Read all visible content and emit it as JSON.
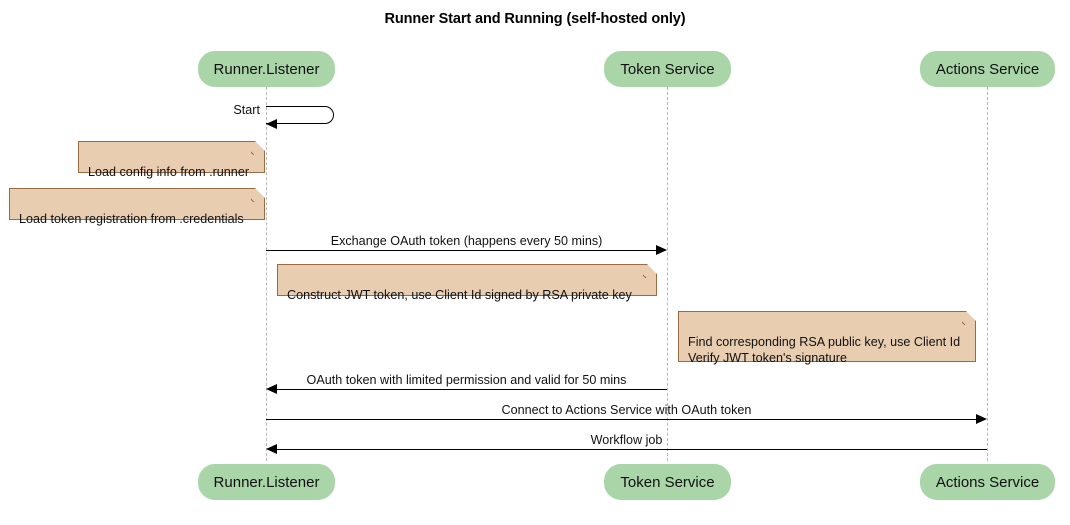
{
  "diagram": {
    "title": "Runner Start and Running (self-hosted only)",
    "type": "sequence-diagram",
    "colors": {
      "participant_fill": "#a9d5a9",
      "note_fill": "#e9cdb1",
      "note_border": "#9a6a43",
      "lifeline": "#b8b8b8",
      "line": "#000000",
      "background": "#ffffff"
    },
    "participants": [
      {
        "id": "runner",
        "label": "Runner.Listener"
      },
      {
        "id": "token",
        "label": "Token Service"
      },
      {
        "id": "actions",
        "label": "Actions Service"
      }
    ],
    "messages": [
      {
        "id": "m1",
        "label": "Start",
        "from": "runner",
        "to": "runner",
        "kind": "self",
        "arrow": "solid"
      },
      {
        "id": "m2",
        "label": "Exchange OAuth token (happens every 50 mins)",
        "from": "runner",
        "to": "token",
        "kind": "call",
        "arrow": "solid"
      },
      {
        "id": "m3",
        "label": "OAuth token with limited permission and valid for 50 mins",
        "from": "token",
        "to": "runner",
        "kind": "return",
        "arrow": "solid"
      },
      {
        "id": "m4",
        "label": "Connect to Actions Service with OAuth token",
        "from": "runner",
        "to": "actions",
        "kind": "call",
        "arrow": "solid"
      },
      {
        "id": "m5",
        "label": "Workflow job",
        "from": "actions",
        "to": "runner",
        "kind": "return",
        "arrow": "solid"
      }
    ],
    "notes": [
      {
        "id": "n1",
        "text": "Load config info from .runner",
        "attached_to": "runner",
        "side": "left"
      },
      {
        "id": "n2",
        "text": "Load token registration from .credentials",
        "attached_to": "runner",
        "side": "left"
      },
      {
        "id": "n3",
        "text": "Construct JWT token, use Client Id signed by RSA private key",
        "attached_to": "runner",
        "side": "right"
      },
      {
        "id": "n4",
        "text": "Find corresponding RSA public key, use Client Id\nVerify JWT token's signature",
        "attached_to": "token",
        "side": "right"
      }
    ]
  }
}
